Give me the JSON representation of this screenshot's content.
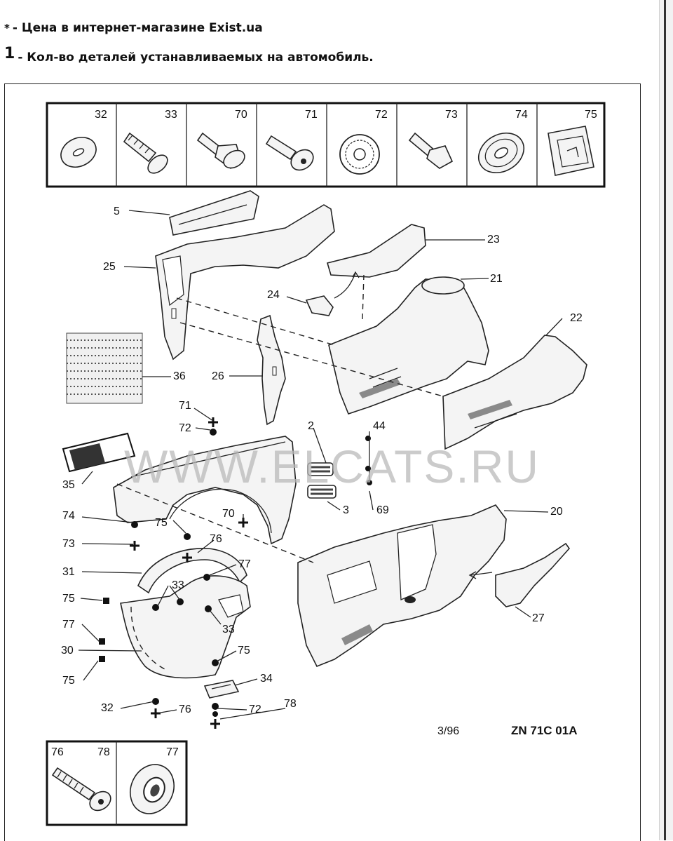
{
  "notes": [
    {
      "mark": "*",
      "text": "- Цена в интернет-магазине Exist.ua"
    },
    {
      "mark": "1",
      "text": "- Кол-во деталей устанавливаемых на автомобиль."
    }
  ],
  "diagram": {
    "watermark": "WWW.ELCATS.RU",
    "date_code": "3/96",
    "ref_code": "ZN 71C 01A",
    "top_strip": [
      "32",
      "33",
      "70",
      "71",
      "72",
      "73",
      "74",
      "75"
    ],
    "bottom_strip": [
      "76",
      "78",
      "77"
    ],
    "callouts": {
      "c5": "5",
      "c25": "25",
      "c23": "23",
      "c21": "21",
      "c24": "24",
      "c22": "22",
      "c36": "36",
      "c26": "26",
      "c71": "71",
      "c72": "72",
      "c2": "2",
      "c44": "44",
      "c35": "35",
      "c3": "3",
      "c69": "69",
      "c74": "74",
      "c75a": "75",
      "c70": "70",
      "c20": "20",
      "c73": "73",
      "c76a": "76",
      "c31": "31",
      "c77a": "77",
      "c33a": "33",
      "c75b": "75",
      "c33b": "33",
      "c27": "27",
      "c77b": "77",
      "c30": "30",
      "c75c": "75",
      "c75d": "75",
      "c34": "34",
      "c32": "32",
      "c76b": "76",
      "c72b": "72",
      "c78": "78"
    }
  }
}
